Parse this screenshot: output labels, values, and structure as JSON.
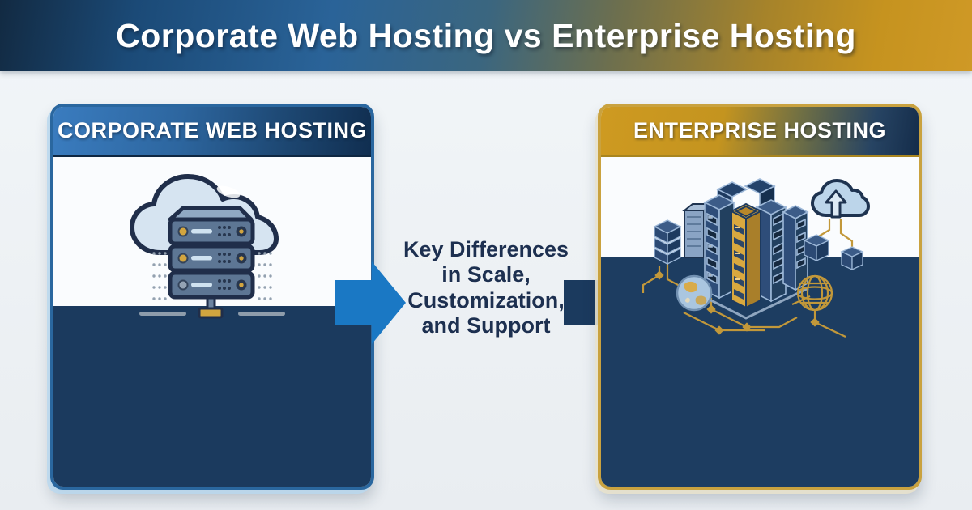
{
  "banner": {
    "title": "Corporate Web Hosting vs Enterprise Hosting"
  },
  "cards": {
    "corporate": {
      "title": "CORPORATE WEB HOSTING",
      "illustration": "cloud-over-server-rack",
      "border_color": "#2a679f",
      "panel_color": "#1b3a5e"
    },
    "enterprise": {
      "title": "ENTERPRISE HOSTING",
      "illustration": "isometric-datacenter-with-cloud-and-globes",
      "border_color": "#c9a23f",
      "panel_color": "#1d3d61"
    }
  },
  "center": {
    "full_text": "Key Differences in Scale, Customization, and Support",
    "lines": [
      "Key Differences",
      "in Scale,",
      "Customization,",
      "and Support"
    ],
    "text_color": "#1d3050",
    "left_arrow_color": "#1a78c4",
    "right_arrow_color": "#1b3a5e"
  },
  "colors": {
    "banner_gradient": [
      "#122a42",
      "#2a6398",
      "#a6832a",
      "#cf9926"
    ],
    "background": "#edf1f4",
    "accent_gold": "#c9a23f",
    "accent_blue": "#1a78c4",
    "navy": "#1b3a5e"
  }
}
